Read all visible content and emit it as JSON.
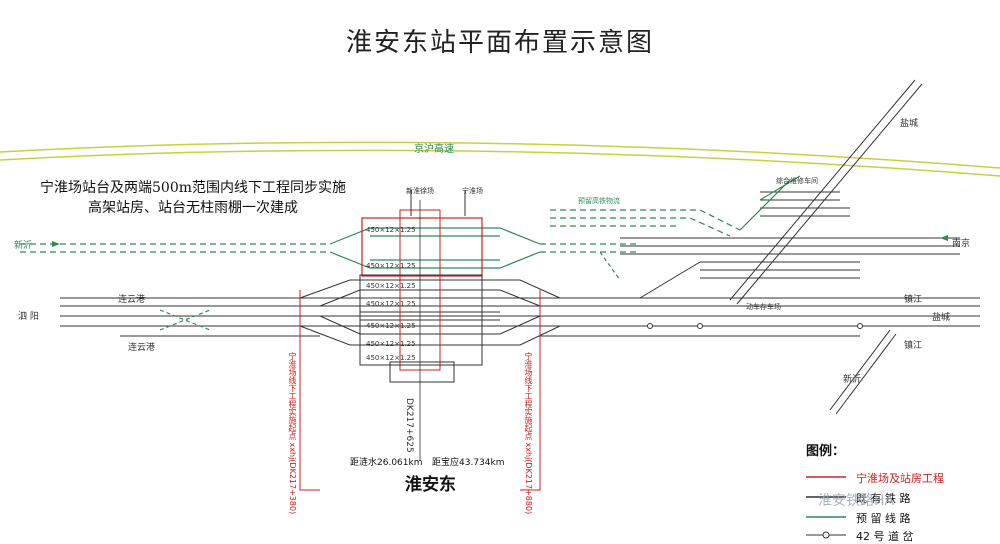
{
  "title": "淮安东站平面布置示意图",
  "note_lines": [
    "宁淮场站台及两端500m范围内线下工程同步实施",
    "高架站房、站台无柱雨棚一次建成"
  ],
  "labels": {
    "expressway": "京沪高速",
    "xinyi": "新沂",
    "siyang": "泗 阳",
    "lianyungang_top": "连云港",
    "lianyungang_bottom": "连云港",
    "nanjing": "南京",
    "zhenjiang_top": "镇江",
    "zhenjiang_bottom": "镇江",
    "yancheng_top": "盐城",
    "yancheng_right": "盐城",
    "xinyi_diag": "新沂",
    "logistics": "预留高铁物流",
    "maintenance": "综合维修车间",
    "storage": "动车存车场",
    "station_km": "DK217+625",
    "dist_left": "距涟水26.061km",
    "dist_right": "距宝应43.734km",
    "station_name": "淮安东",
    "vertical_left": "宁淮场线下工程实施起点 xxhj(DK217+380)",
    "vertical_right": "宁淮场线下工程实施起点 xxhj(DK217+880)",
    "yard_left_col": "新淮徐场",
    "yard_right_col": "宁淮场"
  },
  "platform_labels": [
    "450×12×1.25",
    "450×12×1.25",
    "450×12×1.25",
    "450×12×1.25",
    "450×12×1.25",
    "450×12×1.25",
    "450×12×1.25"
  ],
  "legend": {
    "title": "图例：",
    "items": [
      "宁淮场及站房工程",
      "既 有 铁 路",
      "预 留 线 路",
      "42 号 道 岔"
    ]
  },
  "watermark": "淮安铁路HA",
  "colors": {
    "green": "#2e8b57",
    "red": "#d02020",
    "yellow": "#c8d040",
    "track": "#333333"
  }
}
